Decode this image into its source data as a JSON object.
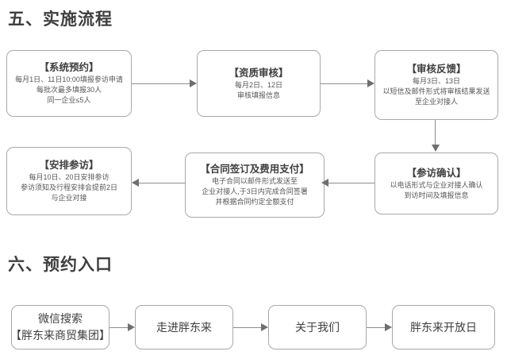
{
  "page": {
    "background": "#ffffff",
    "border_color": "#a9a9a9",
    "line_color": "#8d8d8d",
    "text_color": "#4f4f4f",
    "heading_color": "#3f3f3f"
  },
  "sections": {
    "implementation": {
      "heading": "五、实施流程",
      "steps": [
        {
          "id": "system-booking",
          "title": "【系统预约】",
          "lines": [
            "每月1日、11日10:00填报参访申请",
            "每批次最多填报30人",
            "同一企业≤5人"
          ]
        },
        {
          "id": "qualification-review",
          "title": "【资质审核】",
          "lines": [
            "每月2日、12日",
            "审核填报信息"
          ]
        },
        {
          "id": "review-feedback",
          "title": "【审核反馈】",
          "lines": [
            "每月3日、13日",
            "以短信及邮件形式将审核结果发送",
            "至企业对接人"
          ]
        },
        {
          "id": "visit-confirmation",
          "title": "【参访确认】",
          "lines": [
            "以电话形式与企业对接人确认",
            "到访时间及填报信息"
          ]
        },
        {
          "id": "contract-payment",
          "title": "【合同签订及费用支付】",
          "lines": [
            "电子合同以邮件形式发送至",
            "企业对接人,于3日内完成合同签署",
            "并根据合同约定全额支付"
          ]
        },
        {
          "id": "arrange-visit",
          "title": "【安排参访】",
          "lines": [
            "每月10日、20日安排参访",
            "参访须知及行程安排会提前2日",
            "与企业对接"
          ]
        }
      ]
    },
    "entrance": {
      "heading": "六、预约入口",
      "steps": [
        {
          "id": "wechat-search",
          "lines": [
            "微信搜索",
            "【胖东来商贸集团】"
          ]
        },
        {
          "id": "enter-pangdonglai",
          "lines": [
            "走进胖东来"
          ]
        },
        {
          "id": "about-us",
          "lines": [
            "关于我们"
          ]
        },
        {
          "id": "open-day",
          "lines": [
            "胖东来开放日"
          ]
        }
      ]
    }
  }
}
